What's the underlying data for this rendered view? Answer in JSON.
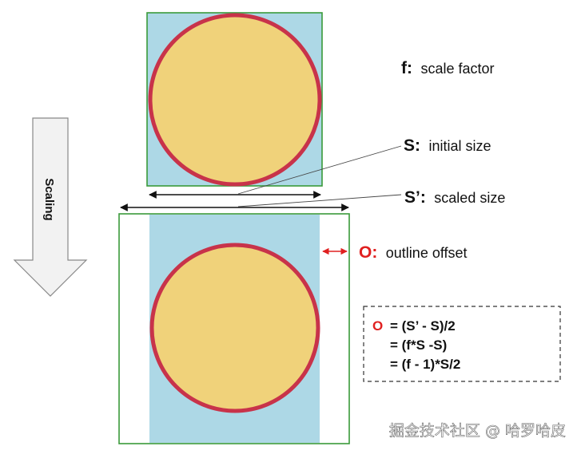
{
  "arrow": {
    "label": "Scaling"
  },
  "labels": {
    "f": {
      "key": "f:",
      "text": "scale factor"
    },
    "s": {
      "key": "S:",
      "text": "initial size"
    },
    "s_prime": {
      "key": "S’:",
      "text": "scaled size"
    },
    "o": {
      "key": "O:",
      "text": "outline offset"
    }
  },
  "formula": {
    "lines": [
      {
        "prefix": "O",
        "text": "= (S’ - S)/2"
      },
      {
        "prefix": "",
        "text": "= (f*S -S)"
      },
      {
        "prefix": "",
        "text": "= (f - 1)*S/2"
      }
    ]
  },
  "watermark": {
    "text": "掘金技术社区 @ 哈罗哈皮"
  },
  "colors": {
    "box_background": "#add8e6",
    "box_outline": "#3a9a3a",
    "circle_fill": "#f0d27a",
    "circle_stroke": "#c8334a",
    "offset_red": "#e02020",
    "arrow_fill": "#f2f2f2",
    "arrow_stroke": "#888888",
    "text": "#111111"
  }
}
